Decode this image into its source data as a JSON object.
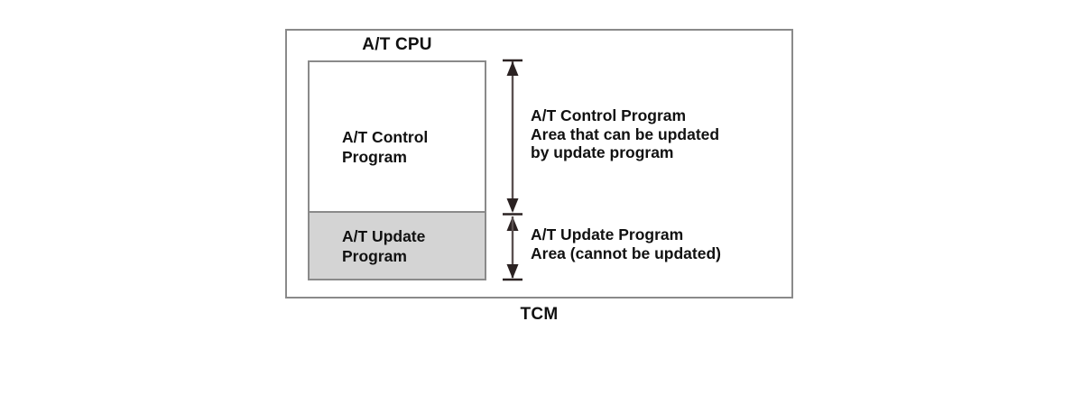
{
  "diagram": {
    "title": "A/T CPU",
    "caption": "TCM",
    "colors": {
      "border": "#8a8a8a",
      "update_fill": "#d4d4d4",
      "control_fill": "#ffffff",
      "text": "#111111",
      "arrow": "#2b2222",
      "background": "#ffffff"
    },
    "memory_segments": [
      {
        "id": "control",
        "label": "A/T Control\nProgram",
        "fill": "#ffffff"
      },
      {
        "id": "update",
        "label": "A/T Update\nProgram",
        "fill": "#d4d4d4"
      }
    ],
    "annotations": [
      {
        "id": "control-area",
        "text": "A/T Control Program\nArea that can be updated\nby update program"
      },
      {
        "id": "update-area",
        "text": "A/T Update Program\nArea (cannot be updated)"
      }
    ]
  }
}
